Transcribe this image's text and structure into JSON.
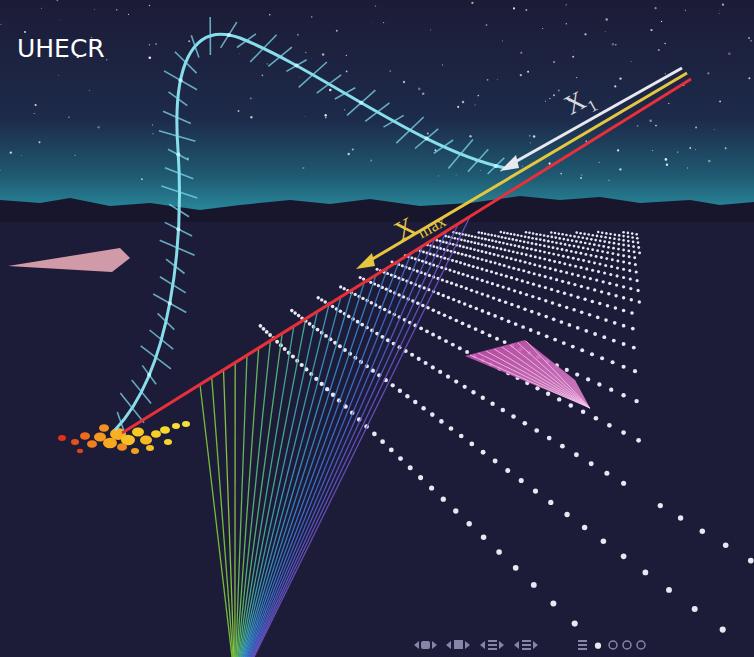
{
  "diagram": {
    "labels": [
      "UHECR",
      "X",
      "1",
      "X",
      "max"
    ]
  }
}
